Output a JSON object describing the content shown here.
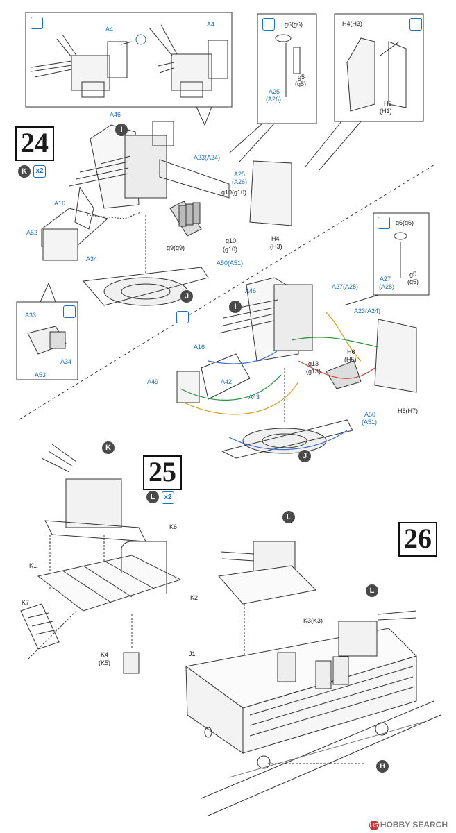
{
  "steps": {
    "s24": "24",
    "s25": "25",
    "s26": "26"
  },
  "markers": {
    "K": "K",
    "I": "I",
    "J": "J",
    "L": "L",
    "H": "H",
    "x2": "x2"
  },
  "step24": {
    "labels": {
      "a4_left": "A4",
      "a4_right": "A4",
      "g6": "g6(g6)",
      "g5": "g5",
      "g5b": "(g5)",
      "a25_inset": "A25",
      "a26_inset": "(A26)",
      "h4h3": "H4(H3)",
      "h2": "H2",
      "h1": "(H1)",
      "a46": "A46",
      "a23a24": "A23(A24)",
      "a25": "A25",
      "a26": "(A26)",
      "g10a": "g10(g10)",
      "a16": "A16",
      "a52": "A52",
      "a34": "A34",
      "g9": "g9(g9)",
      "g10b": "g10",
      "g10c": "(g10)",
      "a50a51": "A50(A51)",
      "h4": "H4",
      "h3": "(H3)",
      "a33": "A33",
      "a34_inset": "A34",
      "a53": "A53"
    }
  },
  "step24b": {
    "labels": {
      "g6": "g6(g6)",
      "a27_inset": "A27",
      "a28_inset": "(A28)",
      "g5": "g5",
      "g5b": "(g5)",
      "a46": "A46",
      "a27a28": "A27(A28)",
      "a23a24": "A23(A24)",
      "a16": "A16",
      "h6": "H6",
      "h5": "(H5)",
      "g13": "g13",
      "g13b": "(g13)",
      "a49": "A49",
      "a42": "A42",
      "a43": "A43",
      "a50": "A50",
      "a51": "(A51)",
      "h8h7": "H8(H7)"
    }
  },
  "step25": {
    "labels": {
      "k6": "K6",
      "k1": "K1",
      "k2": "K2",
      "k7": "K7",
      "k4": "K4",
      "k5": "(K5)"
    }
  },
  "step26": {
    "labels": {
      "k3": "K3(K3)",
      "j1": "J1"
    }
  },
  "footer": {
    "brand": "HOBBY SEARCH"
  }
}
